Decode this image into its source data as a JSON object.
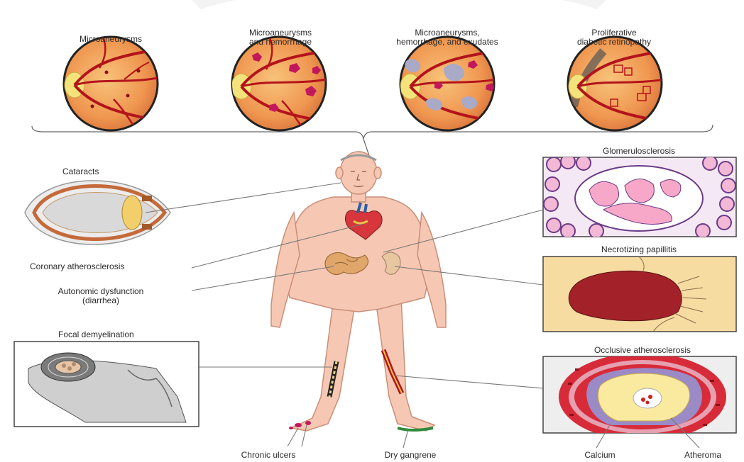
{
  "retina": [
    {
      "label": [
        "Microaneurysms"
      ],
      "stage": "microaneurysms"
    },
    {
      "label": [
        "Microaneurysms",
        "and hemorrhage"
      ],
      "stage": "hemorrhage"
    },
    {
      "label": [
        "Microaneurysms,",
        "hemorrhage, and exudates"
      ],
      "stage": "exudates"
    },
    {
      "label": [
        "Proliferative",
        "diabetic retinopathy"
      ],
      "stage": "proliferative"
    }
  ],
  "labels": {
    "cataracts": "Cataracts",
    "coronary": "Coronary atherosclerosis",
    "autonomic": [
      "Autonomic dysfunction",
      "(diarrhea)"
    ],
    "focal": "Focal demyelination",
    "glomerulo": "Glomerulosclerosis",
    "necrotizing": "Necrotizing papillitis",
    "occlusive": "Occlusive atherosclerosis",
    "chronic_ulcers": "Chronic ulcers",
    "dry_gangrene": "Dry gangrene",
    "calcium": "Calcium",
    "atheroma": "Atheroma"
  },
  "colors": {
    "skin": "#f6c8b4",
    "skin_outline": "#c98e78",
    "retina_bg": "#f0a05a",
    "vessel": "#b3141b",
    "hemorrhage": "#c2185b",
    "exudate": "#a9a9c8",
    "glom_pink": "#f7a8c8",
    "glom_purple": "#6b3a86",
    "papilla_bg": "#f7dca2",
    "papilla": "#a3222a",
    "artery_red": "#d72b3a",
    "atheroma": "#f9eaa0",
    "calcium": "#9a8bc6",
    "gangrene": "#2e8b3a"
  }
}
